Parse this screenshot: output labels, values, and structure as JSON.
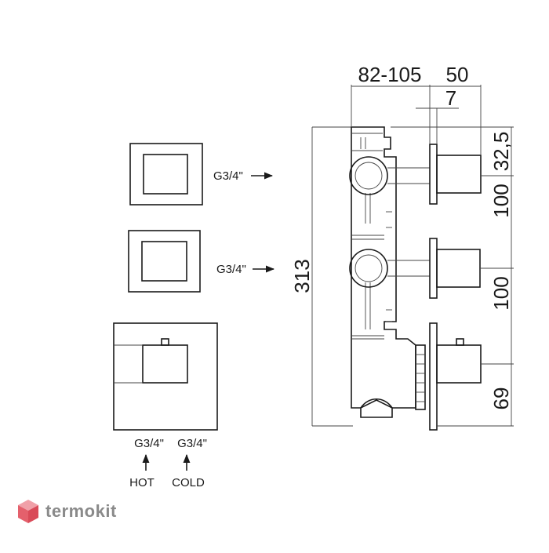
{
  "watermark": {
    "brand": "termokit"
  },
  "front_view": {
    "outlet_top_label": "G3/4\"",
    "outlet_mid_label": "G3/4\"",
    "inlet_hot_size": "G3/4\"",
    "inlet_cold_size": "G3/4\"",
    "hot_label": "HOT",
    "cold_label": "COLD"
  },
  "side_view": {
    "dim_body_depth": "82-105",
    "dim_handle_depth": "50",
    "dim_plate": "7",
    "dim_top_offset": "32,5",
    "dim_spacing_1": "100",
    "dim_spacing_2": "100",
    "dim_bottom": "69",
    "dim_total_height": "313"
  }
}
